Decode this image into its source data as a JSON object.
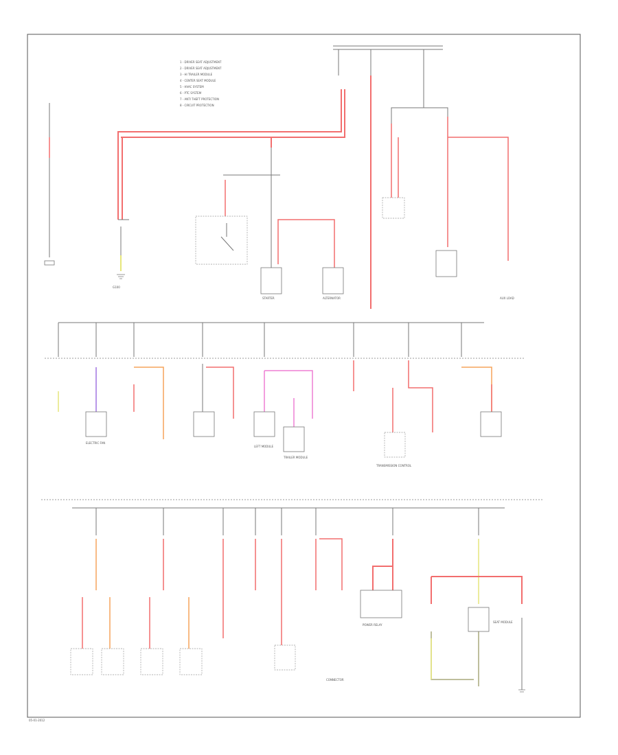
{
  "colors": {
    "red": "#f26d6d",
    "pink": "#ee7fd4",
    "orange": "#f6a35a",
    "violet": "#a072e0",
    "yellow": "#e6e67a",
    "olive": "#a8a87c",
    "wire": "#777777"
  },
  "legend": {
    "items": [
      "1 - DRIVER SEAT ADJUSTMENT",
      "2 - DRIVER SEAT ADJUSTMENT",
      "3 - HI TRAILER MODULE",
      "4 - CENTER SEAT MODULE",
      "5 - HVAC SYSTEM",
      "6 - PTC SYSTEM",
      "7 - ANTI THEFT PROTECTION",
      "8 - CIRCUIT PROTECTION"
    ]
  },
  "components": {
    "starter": "STARTER",
    "alternator": "ALTERNATOR",
    "auxiliary": "AUX LOAD",
    "electric_fan": "ELECTRIC FAN",
    "left_module": "LEFT MODULE",
    "trailer_module": "TRAILER MODULE",
    "transmission_control": "TRANSMISSION CONTROL",
    "power_relay": "POWER RELAY",
    "seat_module": "SEAT MODULE",
    "connector": "CONNECTOR",
    "ground": "G100",
    "footer_code": "05-01-2012"
  }
}
